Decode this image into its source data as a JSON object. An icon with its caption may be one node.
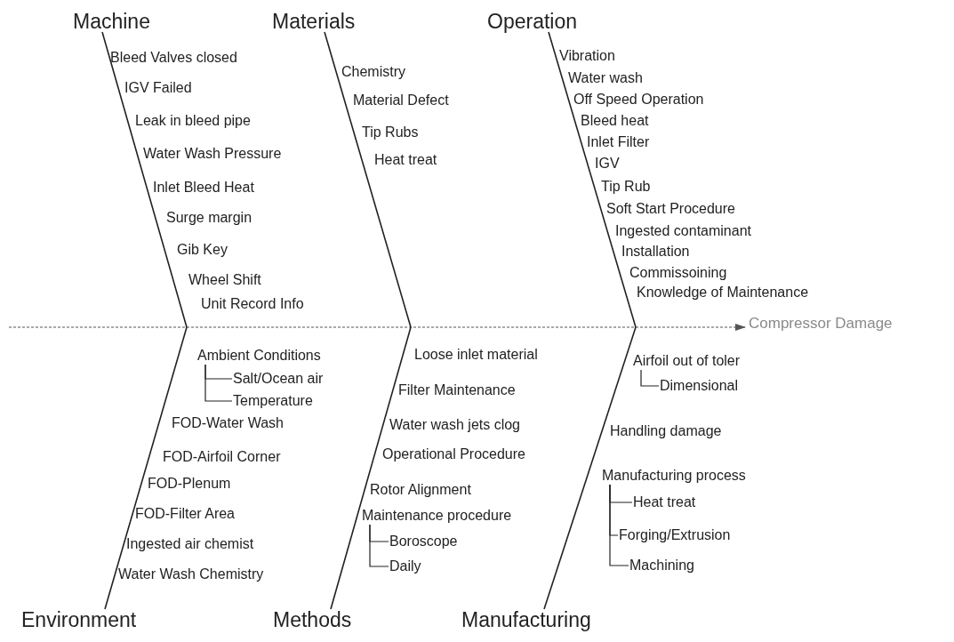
{
  "diagram": {
    "nodes": [
      {
        "text": [
          "Machine"
        ]
      },
      {
        "text": [
          "Materials"
        ]
      },
      {
        "text": [
          "Operation"
        ]
      },
      {
        "text": [
          "Compressor Damage"
        ]
      },
      {
        "text": [
          "Ambient Conditions"
        ]
      },
      {
        "text": [
          "Salt/Ocean air"
        ]
      },
      {
        "text": [
          "Temperature"
        ]
      },
      {
        "text": [
          "Maintenance procedure"
        ]
      },
      {
        "text": [
          "Boroscope"
        ]
      },
      {
        "text": [
          "Daily"
        ]
      },
      {
        "text": [
          "Airfoil out of toler"
        ]
      },
      {
        "text": [
          "Dimensional"
        ]
      },
      {
        "text": [
          "Manufacturing process"
        ]
      },
      {
        "text": [
          "Heat treat"
        ]
      },
      {
        "text": [
          "Forging/Extrusion"
        ]
      },
      {
        "text": [
          "Machining"
        ]
      },
      {
        "text": [
          "Environment"
        ]
      },
      {
        "text": [
          "Methods"
        ]
      },
      {
        "text": [
          "Manufacturing"
        ]
      }
    ],
    "edges": [
      {
        "from": null,
        "to": 3,
        "arrow": "to",
        "style": "dashed"
      },
      {
        "from": 0,
        "to": null,
        "arrow": "none"
      },
      {
        "from": 1,
        "to": null,
        "arrow": "none"
      },
      {
        "from": 2,
        "to": null,
        "arrow": "none"
      },
      {
        "from": 16,
        "to": null,
        "arrow": "none"
      },
      {
        "from": 17,
        "to": null,
        "arrow": "none"
      },
      {
        "from": 18,
        "to": null,
        "arrow": "none"
      },
      {
        "from": 4,
        "to": 5,
        "arrow": "none"
      },
      {
        "from": 4,
        "to": 6,
        "arrow": "none"
      },
      {
        "from": 7,
        "to": 8,
        "arrow": "none"
      },
      {
        "from": 7,
        "to": 9,
        "arrow": "none"
      },
      {
        "from": 10,
        "to": 11,
        "arrow": "none"
      },
      {
        "from": 12,
        "to": 13,
        "arrow": "none"
      },
      {
        "from": 12,
        "to": 14,
        "arrow": "none"
      },
      {
        "from": 12,
        "to": 15,
        "arrow": "none"
      }
    ],
    "labels": [
      "Bleed Valves closed",
      "IGV Failed",
      "Leak in bleed pipe",
      "Water Wash Pressure",
      "Inlet Bleed Heat",
      "Surge margin",
      "Gib Key",
      "Wheel Shift",
      "Unit Record Info",
      "Chemistry",
      "Material Defect",
      "Tip Rubs",
      "Heat treat",
      "Vibration",
      "Water wash",
      "Off Speed Operation",
      "Bleed heat",
      "Inlet Filter",
      "IGV",
      "Tip Rub",
      "Soft Start Procedure",
      "Ingested contaminant",
      "Installation",
      "Commissoining",
      "Knowledge of Maintenance",
      "FOD-Water Wash",
      "FOD-Airfoil Corner",
      "FOD-Plenum",
      "FOD-Filter Area",
      "Ingested air chemist",
      "Water Wash Chemistry",
      "Loose inlet material",
      "Filter Maintenance",
      "Water wash jets clog",
      "Operational Procedure",
      "Rotor Alignment",
      "Handling damage"
    ]
  }
}
